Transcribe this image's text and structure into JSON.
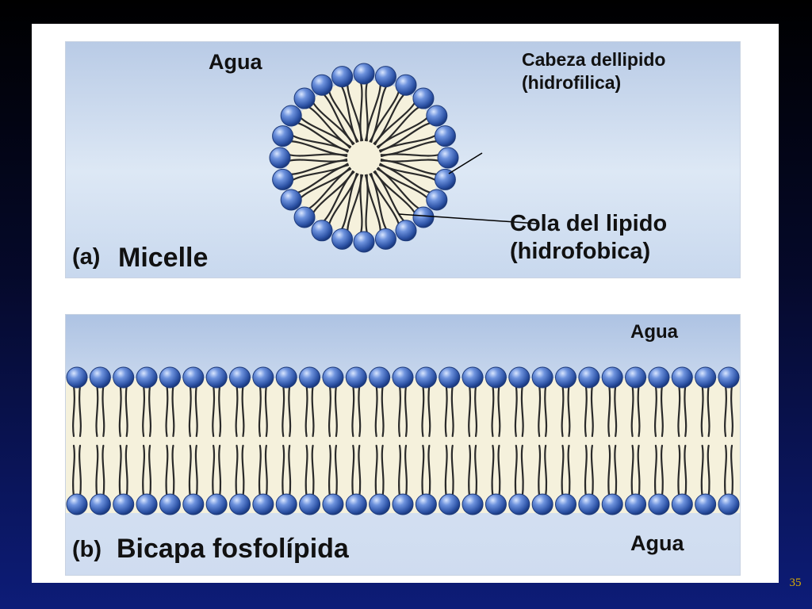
{
  "panel_a": {
    "water_label": "Agua",
    "head_label_line1": "Cabeza dellipido",
    "head_label_line2": "(hidrofilica)",
    "tail_label_line1": "Cola del lipido",
    "tail_label_line2": "(hidrofobica)",
    "letter": "(a)",
    "title": "Micelle"
  },
  "panel_b": {
    "water_top_label": "Agua",
    "water_bottom_label": "Agua",
    "letter": "(b)",
    "title": "Bicapa fosfolípida"
  },
  "slide_number": "35",
  "colors": {
    "head_blue": "#3d63b8",
    "tail_dark": "#2a2a2a",
    "core_cream": "#f5f1dc",
    "slide_number": "#e0b000"
  }
}
